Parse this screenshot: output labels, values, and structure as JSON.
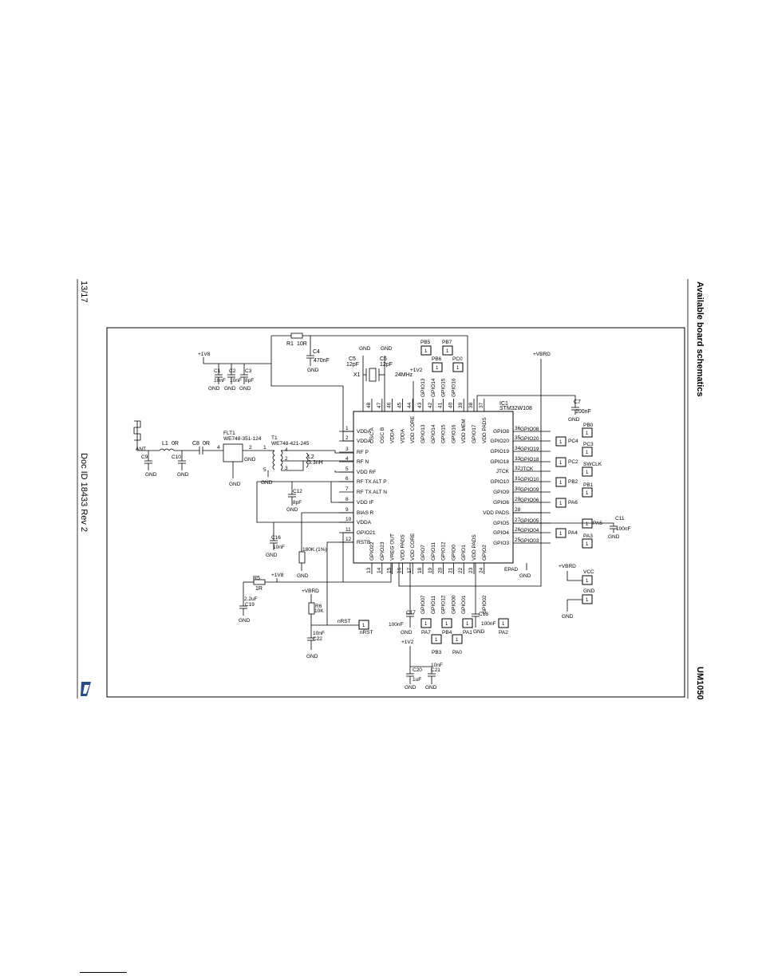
{
  "header": {
    "section_title": "Available board schematics",
    "doc_code": "UM1050"
  },
  "footer": {
    "page_number": "13/17",
    "doc_id": "Doc ID 18433 Rev 2"
  },
  "logo": {
    "name": "st-logo"
  },
  "schematic": {
    "pins_left": [
      {
        "n": "1",
        "name": "VDDA"
      },
      {
        "n": "2",
        "name": "VDDA"
      },
      {
        "n": "3",
        "name": "RF P"
      },
      {
        "n": "4",
        "name": "RF N"
      },
      {
        "n": "5",
        "name": "VDD RF"
      },
      {
        "n": "6",
        "name": "RF TX ALT P"
      },
      {
        "n": "7",
        "name": "RF TX ALT N"
      },
      {
        "n": "8",
        "name": "VDD IF"
      },
      {
        "n": "9",
        "name": "BIAS R"
      },
      {
        "n": "10",
        "name": "VDDA"
      },
      {
        "n": "11",
        "name": "GPIO21"
      },
      {
        "n": "12",
        "name": "RSTB"
      }
    ],
    "pins_right": [
      {
        "n": "36",
        "name": "GPIO8",
        "net": "GPIO08"
      },
      {
        "n": "35",
        "name": "GPIO20",
        "net": "GPIO20"
      },
      {
        "n": "34",
        "name": "GPIO19",
        "net": "GPIO19"
      },
      {
        "n": "33",
        "name": "GPIO18",
        "net": "GPIO18"
      },
      {
        "n": "32",
        "name": "JTCK",
        "net": "JTCK"
      },
      {
        "n": "31",
        "name": "GPIO10",
        "net": "GPIO10"
      },
      {
        "n": "30",
        "name": "GPIO9",
        "net": "GPIO09"
      },
      {
        "n": "29",
        "name": "GPIO6",
        "net": "GPIO06"
      },
      {
        "n": "28",
        "name": "VDD PADS",
        "net": ""
      },
      {
        "n": "27",
        "name": "GPIO5",
        "net": "GPIO05"
      },
      {
        "n": "26",
        "name": "GPIO4",
        "net": "GPIO04"
      },
      {
        "n": "25",
        "name": "GPIO3",
        "net": "GPIO03"
      }
    ],
    "pins_top": [
      {
        "n": "48",
        "name": "OSC A"
      },
      {
        "n": "47",
        "name": "OSC B"
      },
      {
        "n": "46",
        "name": "VDDA"
      },
      {
        "n": "45",
        "name": "VDDA"
      },
      {
        "n": "44",
        "name": "VDD CORE"
      },
      {
        "n": "43",
        "name": "GPIO13"
      },
      {
        "n": "42",
        "name": "GPIO14"
      },
      {
        "n": "41",
        "name": "GPIO15"
      },
      {
        "n": "40",
        "name": "GPIO16"
      },
      {
        "n": "39",
        "name": "VDD MEM"
      },
      {
        "n": "38",
        "name": "GPIO17"
      },
      {
        "n": "37",
        "name": "VDD PADS"
      }
    ],
    "top_nets": [
      "GPIO13",
      "GPIO14",
      "GPIO15",
      "GPIO16"
    ],
    "pins_bottom": [
      {
        "n": "13",
        "name": "GPIO22"
      },
      {
        "n": "14",
        "name": "GPIO23"
      },
      {
        "n": "15",
        "name": "VREG OUT"
      },
      {
        "n": "16",
        "name": "VDD PADS"
      },
      {
        "n": "17",
        "name": "VDD CORE"
      },
      {
        "n": "18",
        "name": "GPIO7"
      },
      {
        "n": "19",
        "name": "GPIO11"
      },
      {
        "n": "20",
        "name": "GPIO12"
      },
      {
        "n": "21",
        "name": "GPIO0"
      },
      {
        "n": "22",
        "name": "GPIO1"
      },
      {
        "n": "23",
        "name": "VDD PADS"
      },
      {
        "n": "24",
        "name": "GPIO2"
      }
    ],
    "bottom_nets": [
      "GPIO07",
      "GPIO11",
      "GPIO12",
      "GPIO00",
      "GPIO01",
      "",
      "GPIO02"
    ],
    "ic": {
      "ref": "IC1",
      "part": "STM32W108",
      "epad": "EPAD"
    },
    "connectors_right": [
      {
        "label": "PB0"
      },
      {
        "label": "PC4"
      },
      {
        "label": "PC3"
      },
      {
        "label": "PC2"
      },
      {
        "label": "SWCLK"
      },
      {
        "label": "PB2"
      },
      {
        "label": "PB1"
      },
      {
        "label": "PA6"
      },
      {
        "label": "PA5"
      },
      {
        "label": "PA4"
      },
      {
        "label": "PA3"
      }
    ],
    "connectors_top": [
      "PB5",
      "PB7",
      "PB6",
      "PC0"
    ],
    "connectors_bottom": [
      "PA7",
      "PB4",
      "PA1",
      "PA2",
      "PB3",
      "PA0"
    ],
    "connector_pin": "1",
    "rails": {
      "v18": "+1V8",
      "vbrd": "+VBRD",
      "v12": "+1V2",
      "vcc": "VCC",
      "gnd": "GND"
    },
    "parts": {
      "r1": "R1",
      "r1_val": "10R",
      "c4": "C4",
      "c4_val": "470nF",
      "c1": "C1",
      "c1_val": "10nF",
      "c2": "C2",
      "c2_val": "10nF",
      "c3": "C3",
      "c3_val": "8pF",
      "c5": "C5",
      "c5_val": "12pF",
      "c6": "C6",
      "c6_val": "12pF",
      "x1": "X1",
      "x1_val": "24MHz",
      "c7": "C7",
      "c7_val": "100nF",
      "ant": "ANT",
      "l1": "L1",
      "l1_val": "0R",
      "c8": "C8",
      "c8_val": "0R",
      "c9": "C9",
      "c10": "C10",
      "flt1": "FLT1",
      "flt1_part": "WE748-351-124",
      "t1": "T1",
      "t1_part": "WE748-421-245",
      "l2": "L2",
      "l2_val": "3.3nH",
      "c12": "C12",
      "c12_val": "8pF",
      "c16": "C16",
      "c16_val": "10nF",
      "r_bias_val": "180K (1%)",
      "r5": "R5",
      "r5_val": "1R",
      "c19": "C19",
      "c19_val": "2.2uF",
      "r6": "R6",
      "r6_val": "10K",
      "c22": "C22",
      "c22_val": "10nF",
      "nrst": "nRST",
      "c17": "C17",
      "c17_val": "100nF",
      "c18": "C18",
      "c18_val": "100nF",
      "c20": "C20",
      "c20_val": "1uF",
      "c21": "C21",
      "c21_val": "10nF",
      "c11": "C11",
      "c11_val": "100nF"
    },
    "pin_nums": {
      "p1": "1",
      "p2": "2",
      "p3": "3",
      "p4": "4",
      "p5": "5",
      "p6": "6"
    }
  }
}
